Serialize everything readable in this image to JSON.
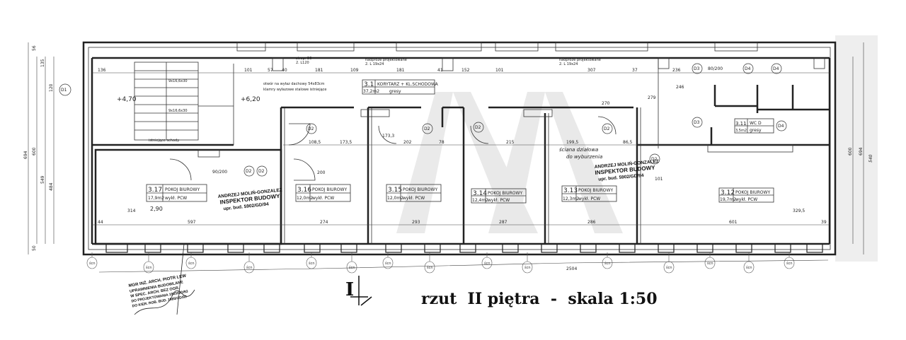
{
  "title": "rzut  II piętra  -  skala 1:50",
  "section_marker": "I",
  "rooms": [
    {
      "number": "3.17",
      "name": "POKOJ BIUROWY",
      "area": "17,9m2",
      "finish": "wykł. PCW"
    },
    {
      "number": "3.16",
      "name": "POKOJ BIUROWY",
      "area": "12,0m2",
      "finish": "wykł. PCW"
    },
    {
      "number": "3.15",
      "name": "POKOJ BIUROWY",
      "area": "12,0m2",
      "finish": "wykł. PCW"
    },
    {
      "number": "3.14",
      "name": "POKOJ BIUROWY",
      "area": "12,4m2",
      "finish": "wykł. PCW"
    },
    {
      "number": "3.13",
      "name": "POKOJ BIUROWY",
      "area": "12,3m2",
      "finish": "wykł. PCW"
    },
    {
      "number": "3.12",
      "name": "POKOJ BIUROWY",
      "area": "19,7m2",
      "finish": "wykł. PCW"
    },
    {
      "number": "3.1",
      "name": "KORYTARZ + KL.SCHODOWA",
      "area": "37,2m2",
      "finish": "gresy"
    },
    {
      "number": "3.11",
      "name": "WC D",
      "area": "3,5m2",
      "finish": "gresy"
    }
  ],
  "elevations": [
    "+4,70",
    "+6,20"
  ],
  "notes": {
    "roof_hatch": "otwór na wyłaz dachowy 54x83cm",
    "roof_hatch_2": "klamry wyłazowe stalowe istniejące",
    "stairs": "istniejące schody",
    "stair_steps": "9x16,6x30",
    "wall_note_1": "ściana działowa",
    "wall_note_2": "do wyburzenia",
    "lintel_1": "strop. 36",
    "lintel_1b": "2. L120",
    "lintel_2": "nadproże projektowane",
    "lintel_2b": "2. L 19x24",
    "lintel_3": "nadproże projektowane",
    "lintel_3b": "2. L 19x24"
  },
  "doors": [
    "D1",
    "D2",
    "D2",
    "D2",
    "D2",
    "D2",
    "D2",
    "D2",
    "D3",
    "D3",
    "D4",
    "D4",
    "D4"
  ],
  "door_sizes": [
    "90/200",
    "80/200"
  ],
  "stamps": {
    "inspector_name": "ANDRZEJ MOLIŃ-GONZALEZ",
    "inspector_title": "INSPEKTOR BUDOWY",
    "inspector_perm": "upr. bud. 5902/GD/94",
    "architect_line1": "MGR INŻ. ARCH. PIOTR LEW",
    "architect_line2": "UPRAWNIENIA BUDOWLANE",
    "architect_line3": "W SPEC. ARCH. BEZ OGR.",
    "architect_line4": "DO PROJEKTOWANIA 1933/GD/93",
    "architect_line5": "DO KIER. ROB. BUD. 1985/GD/93"
  },
  "dimensions": {
    "total_length": "2504",
    "bottom": [
      "44",
      "597",
      "274",
      "293",
      "287",
      "286",
      "601",
      "39"
    ],
    "top": [
      "136",
      "101",
      "57",
      "40",
      "181",
      "109",
      "181",
      "41",
      "152",
      "101",
      "307",
      "37",
      "236"
    ],
    "left": [
      "694",
      "600",
      "549",
      "484",
      "120",
      "135",
      "56",
      "50"
    ],
    "right": [
      "600",
      "694",
      "540"
    ],
    "inner": [
      "108,5",
      "173,5",
      "173,3",
      "202",
      "78",
      "215",
      "199,5",
      "86,5",
      "246",
      "279",
      "314",
      "329,5",
      "2,90",
      "270",
      "200",
      "101"
    ]
  },
  "axis_label": "ścn",
  "axis_count": 16
}
